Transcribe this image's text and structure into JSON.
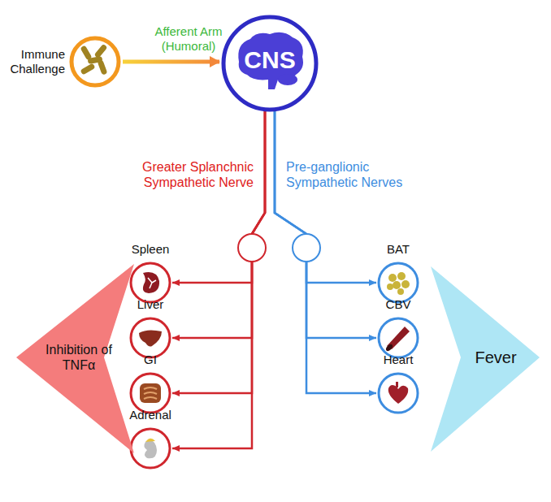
{
  "diagram": {
    "nodes": [
      {
        "text": [
          "Immune Challenge"
        ]
      },
      {
        "text": [
          "CNS"
        ]
      },
      {
        "text": [
          "Spleen"
        ]
      },
      {
        "text": [
          "Liver"
        ]
      },
      {
        "text": [
          "GI"
        ]
      },
      {
        "text": [
          "Adrenal"
        ]
      },
      {
        "text": [
          "BAT"
        ]
      },
      {
        "text": [
          "CBV"
        ]
      },
      {
        "text": [
          "Heart"
        ]
      },
      {
        "text": [
          "Inhibition of TNFα"
        ]
      },
      {
        "text": [
          "Fever"
        ]
      }
    ],
    "edges": [
      {
        "from": 0,
        "to": 1,
        "arrow": "to",
        "label": "Afferent Arm (Humoral)"
      },
      {
        "from": 1,
        "to": 2,
        "arrow": "to"
      },
      {
        "from": 1,
        "to": 3,
        "arrow": "to"
      },
      {
        "from": 1,
        "to": 4,
        "arrow": "to"
      },
      {
        "from": 1,
        "to": 5,
        "arrow": "to"
      },
      {
        "from": 1,
        "to": 6,
        "arrow": "to"
      },
      {
        "from": 1,
        "to": 7,
        "arrow": "to"
      },
      {
        "from": 1,
        "to": 8,
        "arrow": "to"
      }
    ],
    "labels": [
      "Greater Splanchnic Sympathetic Nerve",
      "Pre-ganglionic Sympathetic Nerves"
    ]
  }
}
